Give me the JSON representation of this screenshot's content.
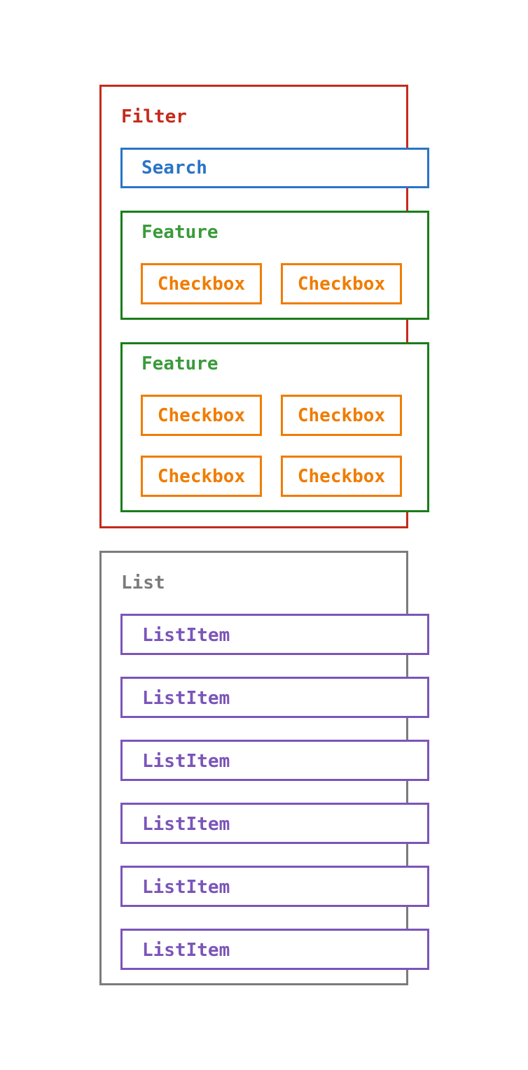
{
  "colors": {
    "filter": "#c42b1c",
    "search": "#2a74c7",
    "feature_border": "#1a7d1a",
    "feature_text": "#3a9a3a",
    "checkbox": "#f07c00",
    "list": "#7b7b7b",
    "list_item": "#7b55b9"
  },
  "filter": {
    "title": "Filter",
    "search": {
      "label": "Search"
    },
    "features": [
      {
        "title": "Feature",
        "checkboxes": [
          "Checkbox",
          "Checkbox"
        ]
      },
      {
        "title": "Feature",
        "checkboxes": [
          "Checkbox",
          "Checkbox",
          "Checkbox",
          "Checkbox"
        ]
      }
    ]
  },
  "list": {
    "title": "List",
    "items": [
      "ListItem",
      "ListItem",
      "ListItem",
      "ListItem",
      "ListItem",
      "ListItem"
    ]
  }
}
